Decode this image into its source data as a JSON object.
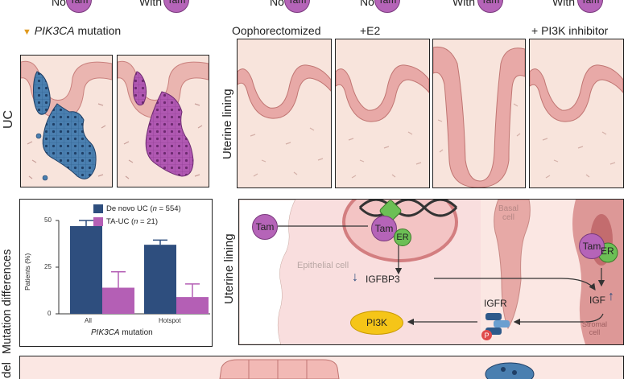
{
  "top_header": {
    "groups": [
      {
        "prefix": "No",
        "tam": "Tam"
      },
      {
        "prefix": "With",
        "tam": "Tam"
      },
      {
        "prefix": "No",
        "tam": "Tam"
      },
      {
        "prefix": "No",
        "tam": "Tam"
      },
      {
        "prefix": "With",
        "tam": "Tam"
      },
      {
        "prefix": "With",
        "tam": "Tam"
      }
    ]
  },
  "section_uc": {
    "row_label": "UC",
    "mutation_marker": "▼",
    "mutation_gene": "PIK3CA",
    "mutation_text": " mutation"
  },
  "section_uterine": {
    "row_label": "Uterine lining",
    "conditions": [
      "Oophorectomized",
      "+E2",
      "+ PI3K inhibitor"
    ]
  },
  "section_mutation": {
    "row_label": "Mutation differences"
  },
  "chart_data": {
    "type": "bar",
    "categories": [
      "All",
      "Hotspot"
    ],
    "series": [
      {
        "name": "De novo UC (n = 554)",
        "name_prefix": "De novo UC (",
        "name_n": "n",
        "name_suffix": " = 554)",
        "color": "#2e4e7e",
        "values": [
          47,
          37
        ],
        "errors": [
          3,
          2.5
        ]
      },
      {
        "name": "TA-UC (n = 21)",
        "name_prefix": "TA-UC (",
        "name_n": "n",
        "name_suffix": " = 21)",
        "color": "#b45fb5",
        "values": [
          14,
          9
        ],
        "errors": [
          8.5,
          7
        ]
      }
    ],
    "ylabel": "Patients (%)",
    "xlabel_gene": "PIK3CA",
    "xlabel_suffix": " mutation",
    "ylim": [
      0,
      50
    ],
    "yticks": [
      0,
      25,
      50
    ]
  },
  "mechanism": {
    "row_label": "Uterine lining",
    "tam_free": "Tam",
    "tam_bound": "Tam",
    "er_bound": "ER",
    "tam_stromal": "Tam",
    "er_stromal": "ER",
    "epithelial_label": "Epithelial cell",
    "basal_label": "Basal\ncell",
    "stromal_label": "Stromal\ncell",
    "igfbp3": "IGFBP3",
    "igf": "IGF",
    "igfr": "IGFR",
    "pi3k": "PI3K",
    "phospho": "P",
    "down_arrow": "↓",
    "up_arrow": "↑"
  },
  "bottom": {
    "row_label": "del"
  },
  "colors": {
    "tam_purple": "#b564b8",
    "tissue_pink": "#f6ddd4",
    "lining_pink": "#e8a9a7",
    "tumor_blue": "#4a7fb0",
    "tumor_purple": "#b058b2",
    "er_green": "#4caf50",
    "pi3k_yellow": "#f5c518",
    "de_novo_blue": "#2e4e7e",
    "ta_uc_purple": "#b45fb5"
  }
}
